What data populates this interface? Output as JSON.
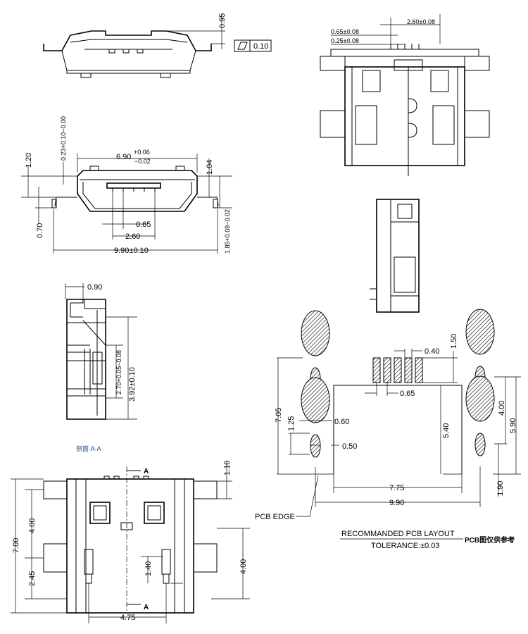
{
  "front_top_view": {
    "height_label": "0.95",
    "flatness_value": "0.10"
  },
  "front_view": {
    "width_label": "6.90",
    "width_tol_plus": "+0.06",
    "width_tol_minus": "−0.02",
    "h120": "1.20",
    "h023": "0.23+0.10−0.00",
    "h104": "1.04",
    "h070": "0.70",
    "pitch": "0.65",
    "span": "2.60",
    "overall": "9.90±0.10",
    "h185": "1.85+0.08−0.02"
  },
  "section_view": {
    "w090": "0.90",
    "h270": "2.70+0.05−0.08",
    "h392": "3.92±0.10",
    "caption": "剖面  A-A"
  },
  "bottom_view": {
    "h110": "1.10",
    "h700": "7.00",
    "h400a": "4.00",
    "h245": "2.45",
    "h140": "1.40",
    "h400b": "4.00",
    "w475": "4.75",
    "section_mark": "A"
  },
  "top_view": {
    "span": "2.60±0.08",
    "pitch": "0.65±0.08",
    "width": "0.25±0.08"
  },
  "pcb_layout": {
    "h150": "1.50",
    "w040": "0.40",
    "pitch": "0.65",
    "h705": "7.05",
    "h125": "1.25",
    "w060": "0.60",
    "w050": "0.50",
    "h540": "5.40",
    "h400": "4.00",
    "h590": "5.90",
    "h190": "1.90",
    "w775": "7.75",
    "w990": "9.90",
    "pcb_edge": "PCB EDGE",
    "title": "RECOMMANDED PCB LAYOUT",
    "tolerance": "TOLERANCE:±0.03",
    "note": "PCB图仅供参考"
  }
}
